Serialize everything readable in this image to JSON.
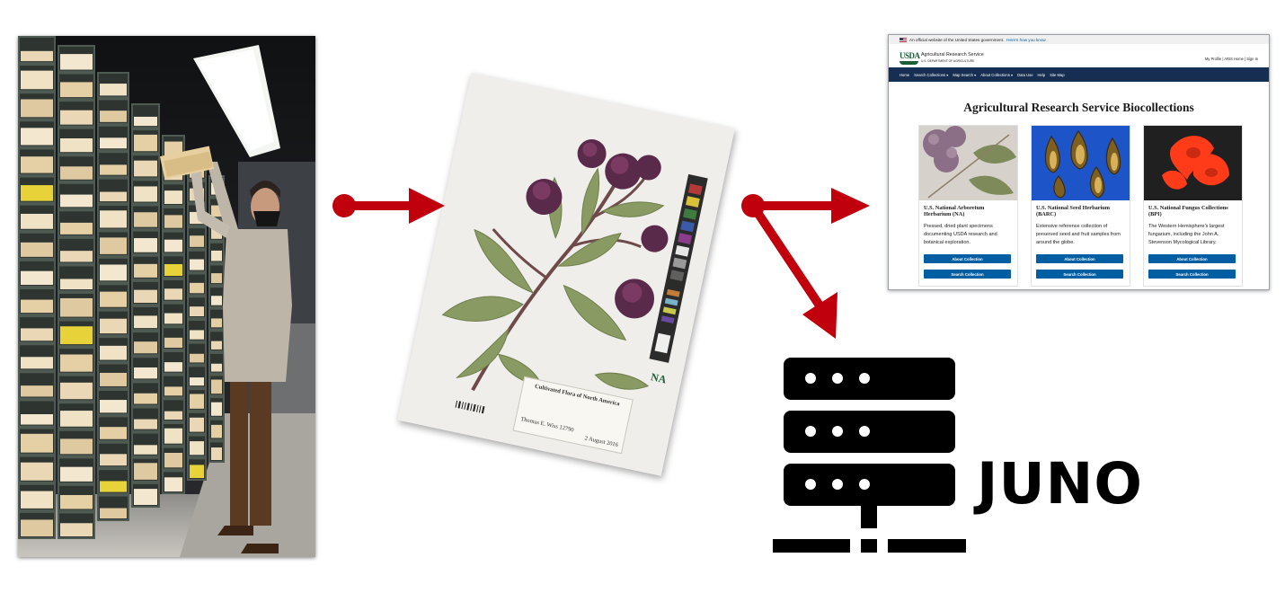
{
  "website": {
    "gov_banner_text": "An official website of the United States government.",
    "gov_banner_link": "Here’s how you know",
    "logo_text": "USDA",
    "agency_name": "Agricultural Research Service",
    "department_name": "U.S. DEPARTMENT OF AGRICULTURE",
    "utility_links": "My Profile | ARIS Home | Sign In",
    "nav_items": [
      "Home",
      "Search Collections ▾",
      "Map Search ▾",
      "About Collections ▾",
      "Data Use",
      "Help",
      "Site Map"
    ],
    "page_title": "Agricultural Research Service Biocollections",
    "cards": [
      {
        "title": "U.S. National Arboretum Herbarium (NA)",
        "description": "Pressed, dried plant specimens documenting USDA research and botanical exploration.",
        "button_about": "About Collection",
        "button_search": "Search Collection"
      },
      {
        "title": "U.S. National Seed Herbarium (BARC)",
        "description": "Extensive reference collection of preserved seed and fruit samples from around the globe.",
        "button_about": "About Collection",
        "button_search": "Search Collection"
      },
      {
        "title": "U.S. National Fungus Collections (BPI)",
        "description": "The Western Hemisphere’s largest fungarium, including the John A. Stevenson Mycological Library.",
        "button_about": "About Collection",
        "button_search": "Search Collection"
      }
    ]
  },
  "specimen": {
    "label_title": "Cultivated Flora of North America",
    "collector": "Thomas E. Wiss 12790",
    "date": "2 August 2016",
    "stamp": "NA"
  },
  "server": {
    "label": "JUNO",
    "icon": "server-stack-icon"
  },
  "colors": {
    "arrow": "#c0000c",
    "server": "#000000",
    "nav": "#162e51",
    "button": "#005ea2"
  }
}
